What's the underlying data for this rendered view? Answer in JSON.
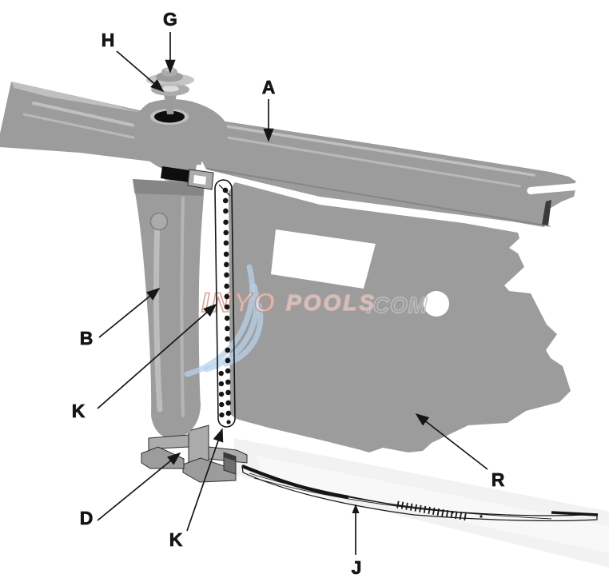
{
  "labels": {
    "g": "G",
    "h": "H",
    "a": "A",
    "b": "B",
    "k_upper": "K",
    "d": "D",
    "k_lower": "K",
    "j": "J",
    "r": "R"
  },
  "watermark": {
    "inyo": "INYO",
    "pools": "POOLS",
    "com": ".COM"
  },
  "colors": {
    "background": "#ffffff",
    "diagram_gray": "#9c9c9c",
    "diagram_gray_light": "#c0c0c0",
    "diagram_gray_mid": "#ababab",
    "diagram_gray_dark": "#6f6f6f",
    "ink": "#161616",
    "white": "#ffffff",
    "backdrop_band": "#f2f2f2",
    "watermark_blue": "#b7d2e9",
    "watermark_orange": "#d18a7a",
    "watermark_pink": "#e9b6ae",
    "watermark_gray": "#c2c2c2"
  }
}
